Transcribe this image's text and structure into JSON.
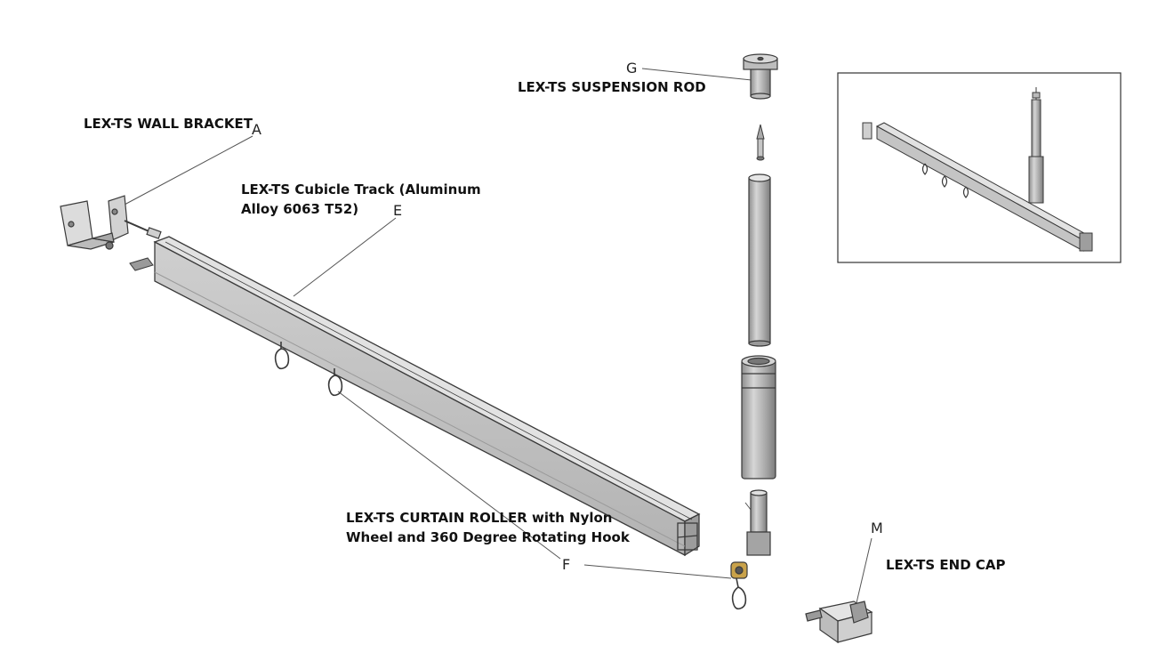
{
  "labels": {
    "wall_bracket": "LEX-TS WALL BRACKET",
    "track_line1": "LEX-TS Cubicle Track (Aluminum",
    "track_line2": "Alloy 6063 T52)",
    "suspension_rod": "LEX-TS SUSPENSION ROD",
    "roller_line1": "LEX-TS CURTAIN ROLLER with Nylon",
    "roller_line2": "Wheel and 360 Degree Rotating Hook",
    "end_cap": "LEX-TS END CAP"
  },
  "letters": {
    "a": "A",
    "e": "E",
    "g": "G",
    "f": "F",
    "m": "M"
  },
  "colors": {
    "metal_light": "#d9d9d9",
    "metal_mid": "#bdbdbd",
    "metal_dark": "#8f8f8f",
    "outline": "#3a3a3a",
    "leader": "#555555",
    "hook_gold": "#c9a24a"
  }
}
